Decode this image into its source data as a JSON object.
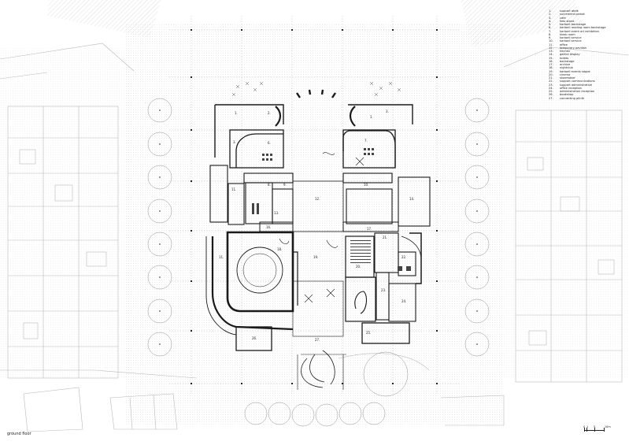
{
  "drawing": {
    "caption": "ground floor",
    "scale_labels": [
      "0",
      "1",
      "5",
      "10m"
    ],
    "legend": [
      {
        "num": "1.",
        "text": "support atelk"
      },
      {
        "num": "2.",
        "text": "surcement perkot"
      },
      {
        "num": "3.",
        "text": "cafe"
      },
      {
        "num": "4.",
        "text": "fess stand"
      },
      {
        "num": "5.",
        "text": "kartoeil backstage"
      },
      {
        "num": "6.",
        "text": "kartoeil reading room backstage"
      },
      {
        "num": "7.",
        "text": "kartoeil event art exhibition"
      },
      {
        "num": "8.",
        "text": "kiosk room"
      },
      {
        "num": "9.",
        "text": "kartoeil service"
      },
      {
        "num": "10.",
        "text": "kartoeil service"
      },
      {
        "num": "11.",
        "text": "office"
      },
      {
        "num": "12.",
        "text": "temporary pavilion"
      },
      {
        "num": "13.",
        "text": "kitchen"
      },
      {
        "num": "14.",
        "text": "gallice display"
      },
      {
        "num": "15.",
        "text": "toilets"
      },
      {
        "num": "16.",
        "text": "backstage"
      },
      {
        "num": "17.",
        "text": "archive"
      },
      {
        "num": "18.",
        "text": "nightclub"
      },
      {
        "num": "19.",
        "text": "kartoeil events sappe"
      },
      {
        "num": "20.",
        "text": "cinema"
      },
      {
        "num": "21.",
        "text": "shoemaker"
      },
      {
        "num": "22.",
        "text": "support communications"
      },
      {
        "num": "23.",
        "text": "support administrative"
      },
      {
        "num": "24.",
        "text": "office reception"
      },
      {
        "num": "25.",
        "text": "administration reception"
      },
      {
        "num": "26.",
        "text": "bookshop"
      },
      {
        "num": "27.",
        "text": "connecting plinth"
      }
    ],
    "room_labels": [
      {
        "id": "r1",
        "text": "1."
      },
      {
        "id": "r2",
        "text": "2."
      },
      {
        "id": "r3",
        "text": "3."
      },
      {
        "id": "r4",
        "text": "3."
      },
      {
        "id": "r5",
        "text": "6."
      },
      {
        "id": "r6",
        "text": "7."
      },
      {
        "id": "r7",
        "text": "8."
      },
      {
        "id": "r8",
        "text": "9."
      },
      {
        "id": "r9",
        "text": "10."
      },
      {
        "id": "r10",
        "text": "11."
      },
      {
        "id": "r11",
        "text": "12."
      },
      {
        "id": "r12",
        "text": "13."
      },
      {
        "id": "r13",
        "text": "14."
      },
      {
        "id": "r14",
        "text": "16."
      },
      {
        "id": "r15",
        "text": "17."
      },
      {
        "id": "r16",
        "text": "18."
      },
      {
        "id": "r17",
        "text": "19."
      },
      {
        "id": "r18",
        "text": "11."
      },
      {
        "id": "r19",
        "text": "20."
      },
      {
        "id": "r20",
        "text": "21."
      },
      {
        "id": "r21",
        "text": "22."
      },
      {
        "id": "r22",
        "text": "23."
      },
      {
        "id": "r23",
        "text": "24."
      },
      {
        "id": "r24",
        "text": "25."
      },
      {
        "id": "r25",
        "text": "26."
      },
      {
        "id": "r26",
        "text": "27."
      },
      {
        "id": "r27",
        "text": "1."
      }
    ],
    "colors": {
      "ink": "#1a1a1a",
      "context": "#b8b8b8",
      "grid": "#8a8a8a",
      "hatch": "#d0d0d0"
    }
  }
}
